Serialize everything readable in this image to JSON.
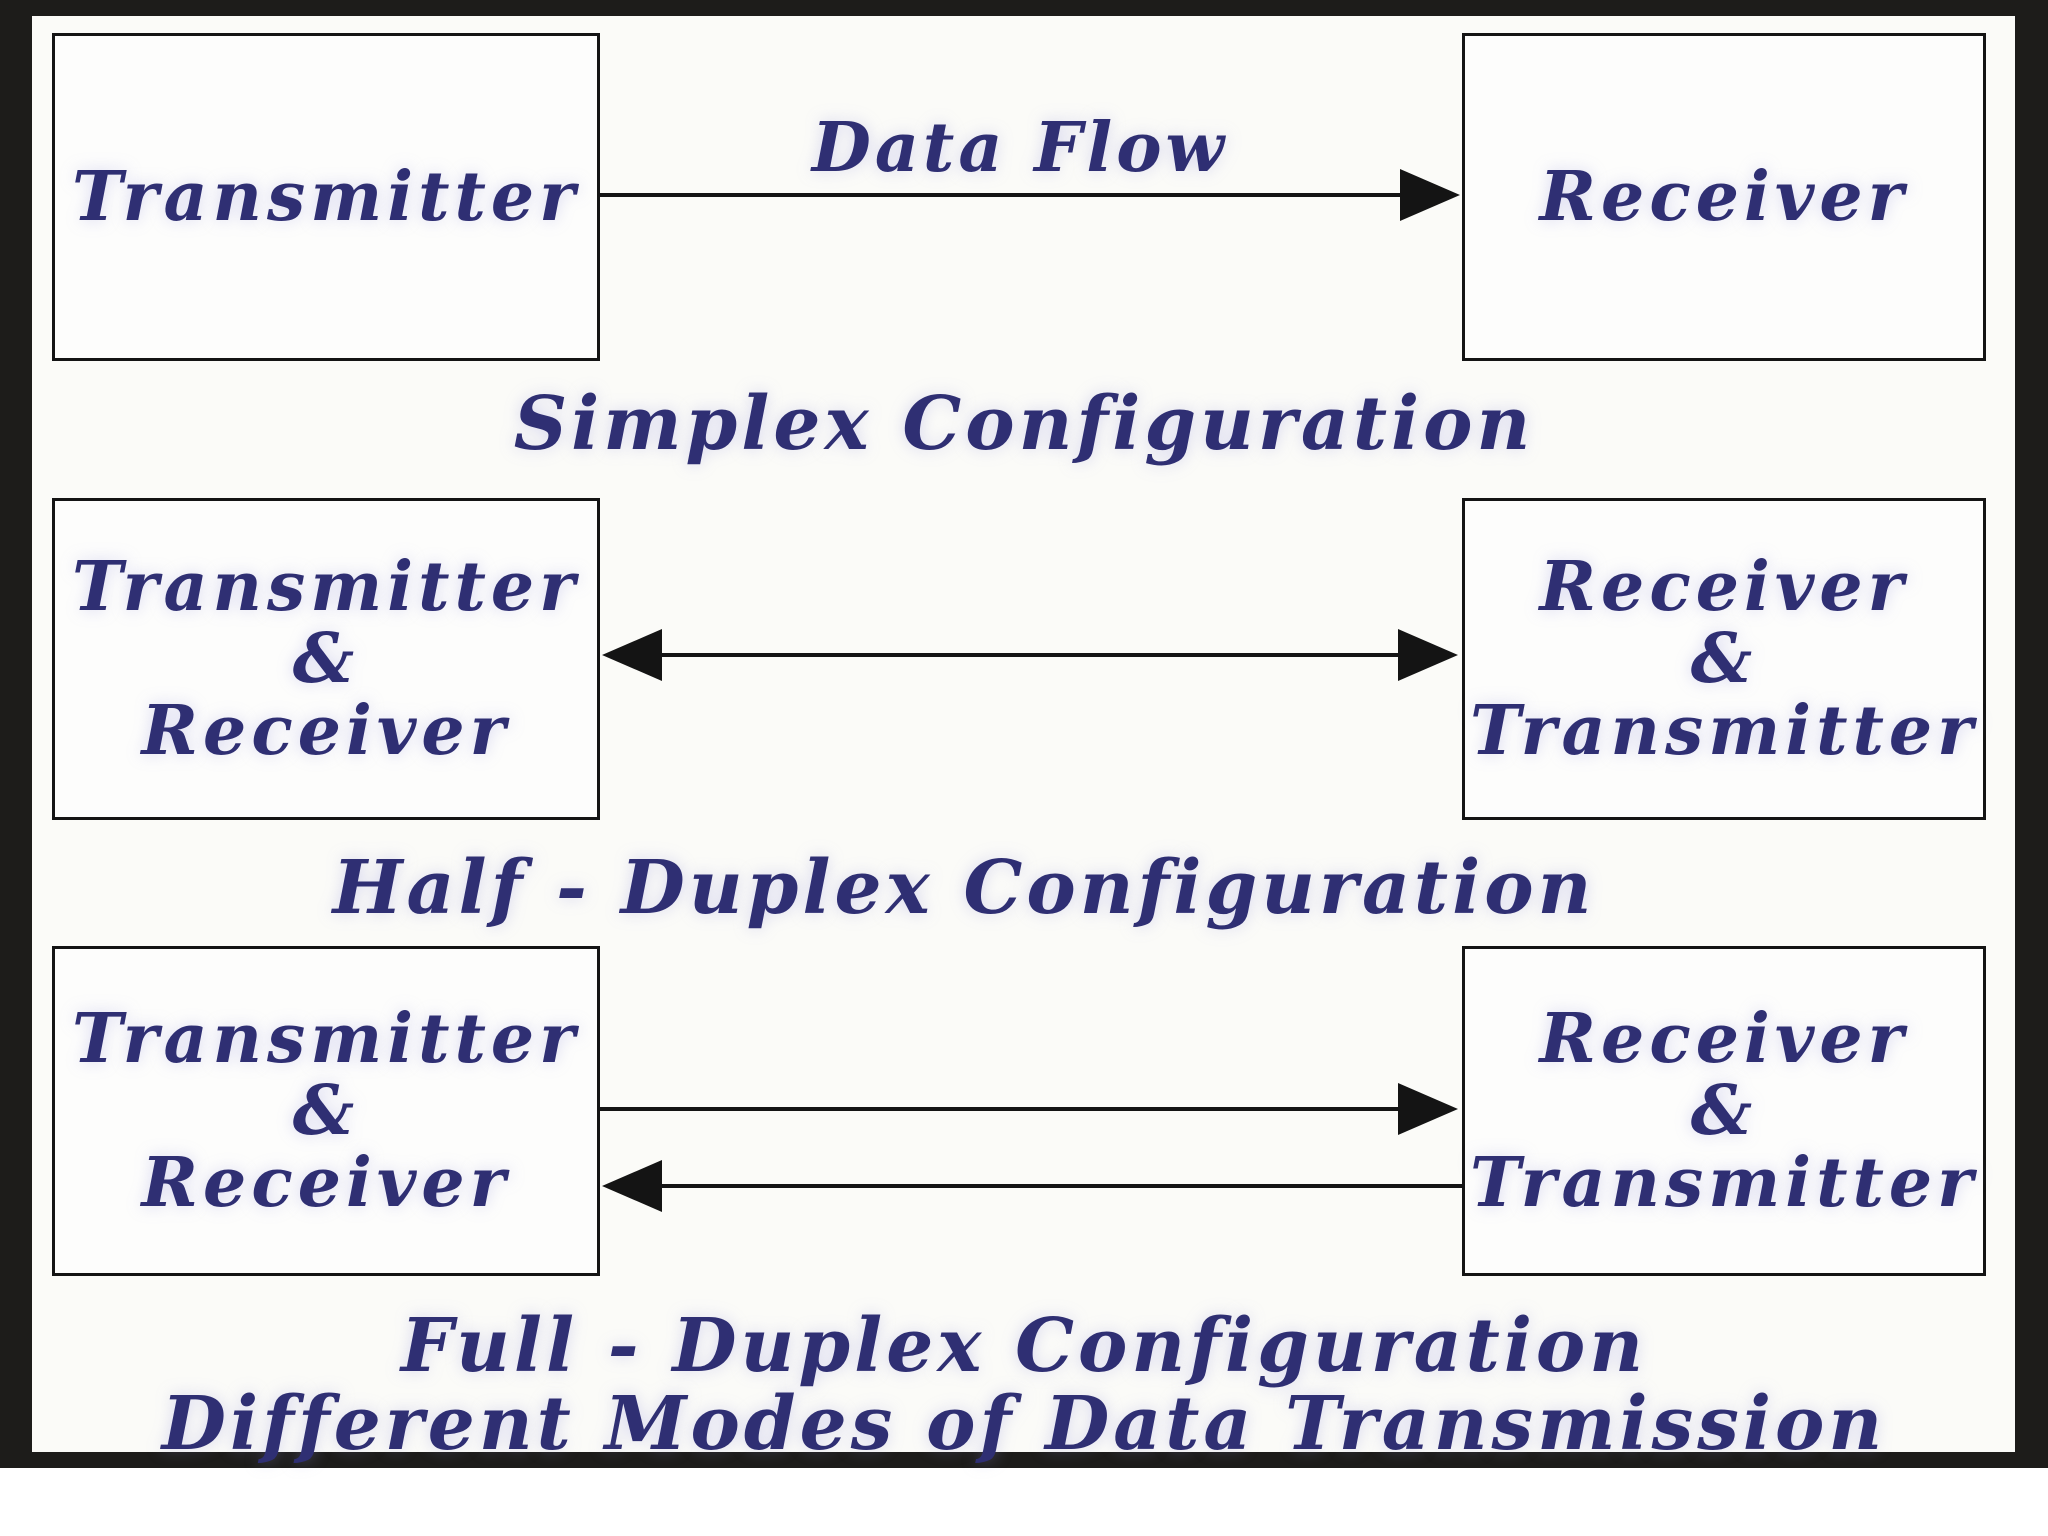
{
  "colors": {
    "frame": "#1d1c1a",
    "background": "#fbfbf8",
    "box_fill": "#fdfdfc",
    "line": "#141414",
    "text": "#2f2f73"
  },
  "sections": [
    {
      "name": "Simplex",
      "caption": "Simplex Configuration",
      "arrow_label": "Data Flow",
      "left_box": {
        "lines": [
          "Transmitter"
        ]
      },
      "right_box": {
        "lines": [
          "Receiver"
        ]
      },
      "arrows": [
        {
          "direction": "right"
        }
      ]
    },
    {
      "name": "Half-Duplex",
      "caption": "Half - Duplex Configuration",
      "left_box": {
        "lines": [
          "Transmitter",
          "&",
          "Receiver"
        ]
      },
      "right_box": {
        "lines": [
          "Receiver",
          "&",
          "Transmitter"
        ]
      },
      "arrows": [
        {
          "direction": "both"
        }
      ]
    },
    {
      "name": "Full-Duplex",
      "caption": "Full - Duplex Configuration",
      "left_box": {
        "lines": [
          "Transmitter",
          "&",
          "Receiver"
        ]
      },
      "right_box": {
        "lines": [
          "Receiver",
          "&",
          "Transmitter"
        ]
      },
      "arrows": [
        {
          "direction": "right"
        },
        {
          "direction": "left"
        }
      ]
    }
  ],
  "footer_caption": "Different Modes of Data Transmission"
}
